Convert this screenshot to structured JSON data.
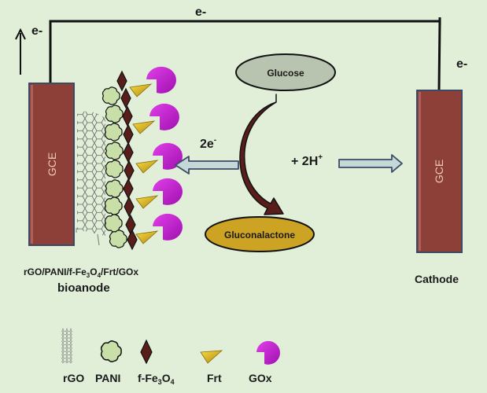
{
  "diagram": {
    "title": "Enzymatic biofuel cell schematic",
    "wire": {
      "top_label": "e-",
      "left_label": "e-",
      "right_label": "e-"
    },
    "anode": {
      "electrode_label": "GCE",
      "composition_label_parts": [
        "rGO/PANI/f-Fe",
        "3",
        "O",
        "4",
        "/Frt/GOx"
      ],
      "role_label": "bioanode"
    },
    "cathode": {
      "electrode_label": "GCE",
      "role_label": "Cathode"
    },
    "reaction": {
      "substrate": "Glucose",
      "product": "Gluconalactone",
      "electrons_label": "2e",
      "electrons_sup": "-",
      "protons_label": "+ 2H",
      "protons_sup": "+"
    },
    "legend": [
      {
        "key": "rgo",
        "label": "rGO"
      },
      {
        "key": "pani",
        "label": "PANI"
      },
      {
        "key": "fe3o4",
        "label_parts": [
          "f-Fe",
          "3",
          "O",
          "4"
        ]
      },
      {
        "key": "frt",
        "label": "Frt"
      },
      {
        "key": "gox",
        "label": "GOx"
      }
    ],
    "colors": {
      "background": "#e1efd9",
      "electrode": "#8c4038",
      "electrode_border": "#3c4a66",
      "glucose": "#b8c4b0",
      "gluconalactone": "#cda324",
      "arrow_fill": "#c4d8d8",
      "curved_arrow": "#5a1e1a",
      "pani": "#c8e0a8",
      "fe3o4": "#5a1e1a",
      "frt": "#e8c020",
      "gox": "#c020c8"
    }
  }
}
